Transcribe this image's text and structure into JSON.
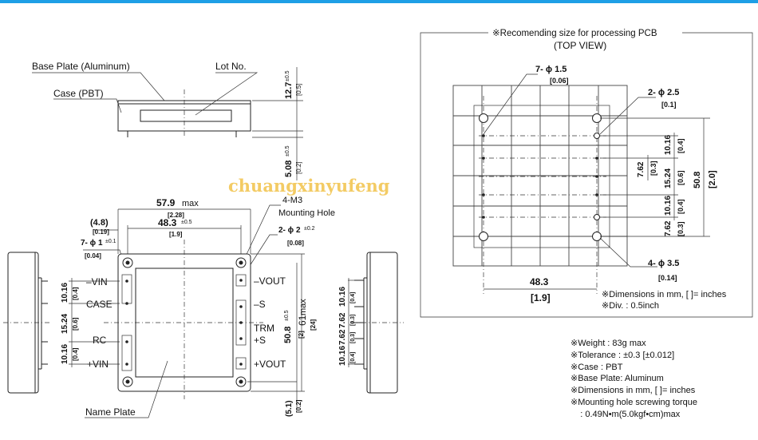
{
  "labels": {
    "base_plate": "Base Plate (Aluminum)",
    "lot_no": "Lot No.",
    "case": "Case (PBT)",
    "mounting_m3": "4-M3",
    "mounting_hole": "Mounting Hole",
    "name_plate": "Name Plate",
    "watermark": "chuangxinyufeng"
  },
  "pins_left": [
    "–VIN",
    "CASE",
    "RC",
    "+VIN"
  ],
  "pins_right": [
    "–VOUT",
    "–S",
    "TRM",
    "+S",
    "+VOUT"
  ],
  "dims": {
    "d12_7": "12.7",
    "tol05": "±0.5",
    "in05": "[0.5]",
    "d5_08": "5.08",
    "in02": "[0.2]",
    "d57_9": "57.9",
    "max": "max",
    "in2_28": "[2.28]",
    "d48_3": "48.3",
    "in1_9": "[1.9]",
    "d4_8": "(4.8)",
    "in0_19": "[0.19]",
    "hole7": "7- ϕ 1",
    "tol01": "±0.1",
    "in0_04": "[0.04]",
    "hole2": "2- ϕ 2",
    "tol02": "±0.2",
    "in0_08": "[0.08]",
    "d10_16": "10.16",
    "in0_4": "[0.4]",
    "d15_24": "15.24",
    "in0_6": "[0.6]",
    "d50_8": "50.8",
    "in2": "[2]",
    "d61": "61",
    "in24": "[24]",
    "d5_1": "(5.1)",
    "d7_62": "7.62",
    "in0_3": "[0.3]"
  },
  "pcb": {
    "title": "※Recomending size for processing PCB",
    "view": "(TOP  VIEW)",
    "hole7": "7- ϕ 1.5",
    "in0_06": "[0.06]",
    "hole2": "2- ϕ 2.5",
    "in0_1": "[0.1]",
    "hole4": "4- ϕ 3.5",
    "in0_14": "[0.14]",
    "d10_16": "10.16",
    "in0_4": "[0.4]",
    "d7_62": "7.62",
    "in0_3": "[0.3]",
    "d15_24": "15.24",
    "in0_6": "[0.6]",
    "d50_8": "50.8",
    "in2_0": "[2.0]",
    "d48_3": "48.3",
    "in1_9": "[1.9]",
    "note_dim": "※Dimensions in mm, [    ]= inches",
    "note_div": "※Div. : 0.5inch"
  },
  "notes": [
    "※Weight : 83g max",
    "※Tolerance : ±0.3 [±0.012]",
    "※Case : PBT",
    "※Base Plate: Aluminum",
    "※Dimensions in mm, [    ]= inches",
    "※Mounting hole screwing torque",
    "    : 0.49N•m(5.0kgf•cm)max"
  ]
}
